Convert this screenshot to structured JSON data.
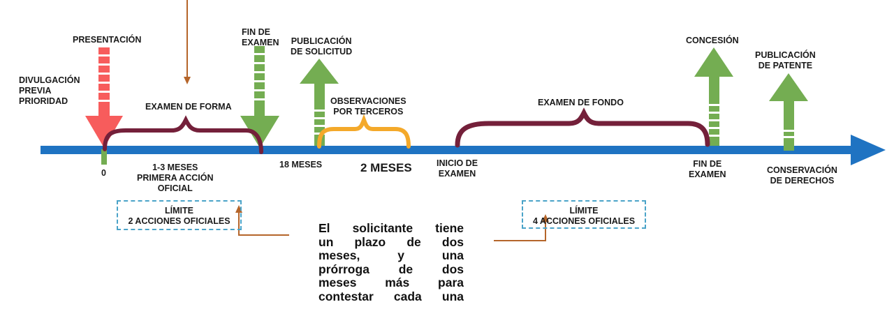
{
  "labels": {
    "presentacion": "PRESENTACIÓN",
    "divulgacion_1": "DIVULGACIÓN",
    "divulgacion_2": "PREVIA",
    "divulgacion_3": "PRIORIDAD",
    "examen_forma": "EXAMEN DE FORMA",
    "fin_examen_top_1": "FIN DE",
    "fin_examen_top_2": "EXAMEN",
    "publicacion_solicitud_1": "PUBLICACIÓN",
    "publicacion_solicitud_2": "DE SOLICITUD",
    "observaciones_1": "OBSERVACIONES",
    "observaciones_2": "POR TERCEROS",
    "examen_fondo": "EXAMEN DE FONDO",
    "concesion": "CONCESIÓN",
    "publicacion_patente_1": "PUBLICACIÓN",
    "publicacion_patente_2": "DE PATENTE",
    "zero": "0",
    "meses_1_3_1": "1-3 MESES",
    "meses_1_3_2": "PRIMERA ACCIÓN",
    "meses_1_3_3": "OFICIAL",
    "dieciocho_meses": "18 MESES",
    "dos_meses": "2 MESES",
    "inicio_examen_1": "INICIO DE",
    "inicio_examen_2": "EXAMEN",
    "fin_examen_bottom_1": "FIN DE",
    "fin_examen_bottom_2": "EXAMEN",
    "conservacion_1": "CONSERVACIÓN",
    "conservacion_2": "DE DERECHOS"
  },
  "limits": {
    "left_title": "LÍMITE",
    "left_text": "2 ACCIONES OFICIALES",
    "right_title": "LÍMITE",
    "right_text": "4 ACCIONES OFICIALES"
  },
  "note": {
    "line_1": "El solicitante tiene",
    "line_2": "un plazo de dos",
    "line_3": "meses, y una",
    "line_4": "prórroga de dos",
    "line_5": "meses más para",
    "line_6": "contestar cada una"
  },
  "colors": {
    "timeline": "#1f73c2",
    "red_arrow": "#f75c5c",
    "green_arrow": "#74ad52",
    "brace_dark": "#74203a",
    "brace_orange": "#f4a92a",
    "pointer": "#b5652a",
    "limit_border": "#4aa3c8"
  }
}
